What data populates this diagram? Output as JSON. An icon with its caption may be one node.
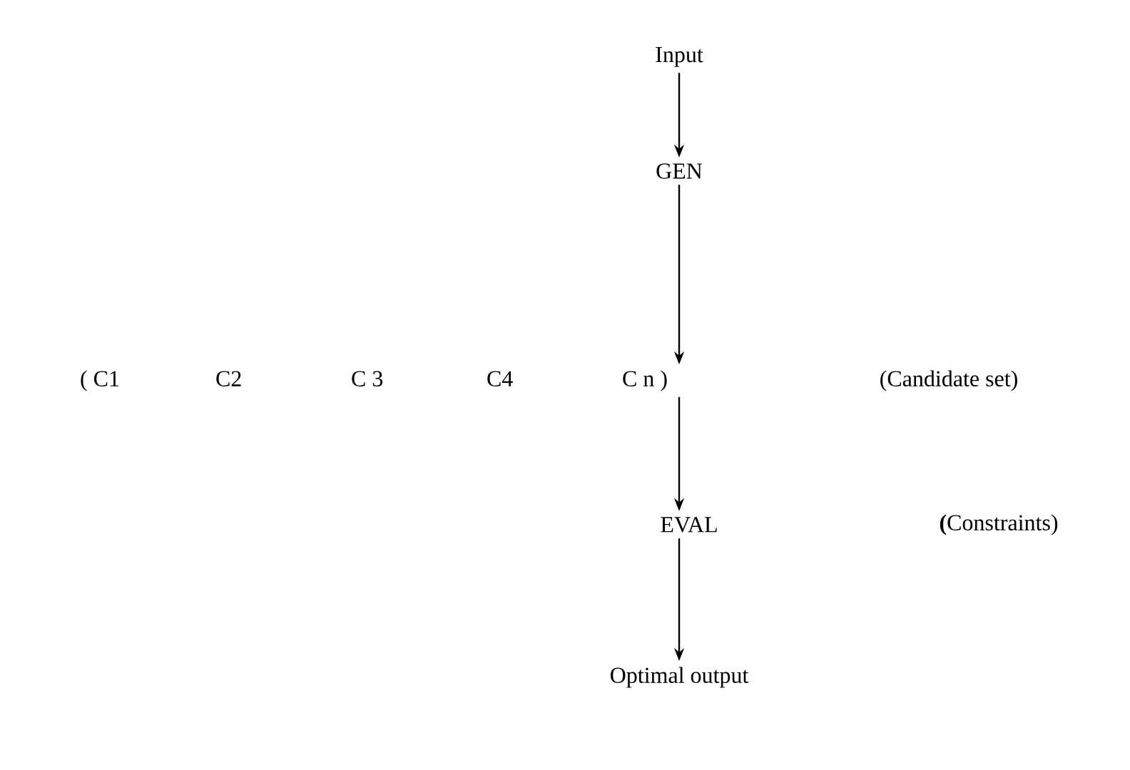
{
  "diagram": {
    "nodes": [
      {
        "text": [
          "Input"
        ]
      },
      {
        "text": [
          "GEN"
        ]
      },
      {
        "text": [
          "( C1",
          "C2",
          "C 3",
          "C4",
          "C n )"
        ]
      },
      {
        "text": [
          "EVAL"
        ]
      },
      {
        "text": [
          "Optimal output"
        ]
      }
    ],
    "edges": [
      {
        "from": 0,
        "to": 1,
        "arrow": "to"
      },
      {
        "from": 1,
        "to": 2,
        "arrow": "to"
      },
      {
        "from": 2,
        "to": 3,
        "arrow": "to"
      },
      {
        "from": 3,
        "to": 4,
        "arrow": "to"
      }
    ],
    "labels": [
      "(Candidate set)",
      "**(**Constraints)"
    ]
  }
}
